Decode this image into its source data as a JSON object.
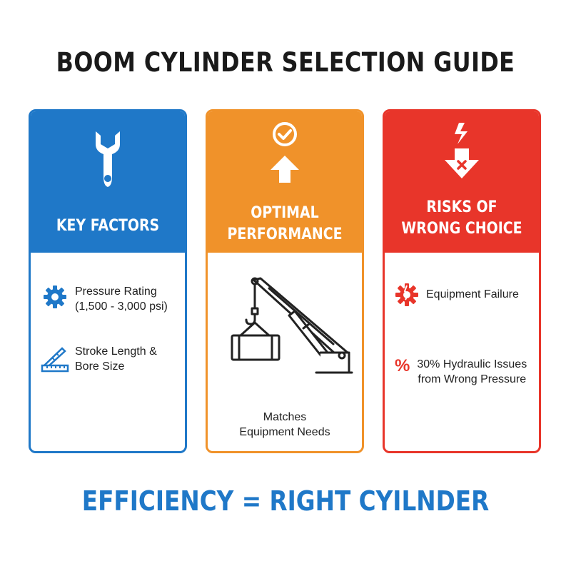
{
  "title": "BOOM CYLINDER SELECTION GUIDE",
  "colors": {
    "blue": "#1f78c8",
    "orange": "#f0922a",
    "red": "#e8352a"
  },
  "cards": [
    {
      "heading": "KEY FACTORS",
      "icon": "wrench-icon",
      "items": [
        {
          "icon": "gear-icon",
          "line1": "Pressure Rating",
          "line2": "(1,500 - 3,000 psi)"
        },
        {
          "icon": "ruler-icon",
          "line1": "Stroke Length &",
          "line2": "Bore Size"
        }
      ]
    },
    {
      "heading_line1": "OPTIMAL",
      "heading_line2": "PERFORMANCE",
      "icon": "check-arrow-up-icon",
      "illustration": "crane-lifting-load-icon",
      "caption_line1": "Matches",
      "caption_line2": "Equipment Needs"
    },
    {
      "heading_line1": "RISKS OF",
      "heading_line2": "WRONG CHOICE",
      "icon": "lightning-arrow-down-icon",
      "items": [
        {
          "icon": "broken-gear-icon",
          "line1": "Equipment Failure"
        },
        {
          "icon": "percent-icon",
          "symbol": "%",
          "line1": "30% Hydraulic Issues",
          "line2": "from Wrong Pressure"
        }
      ]
    }
  ],
  "footer": "EFFICIENCY = RIGHT CYILNDER"
}
